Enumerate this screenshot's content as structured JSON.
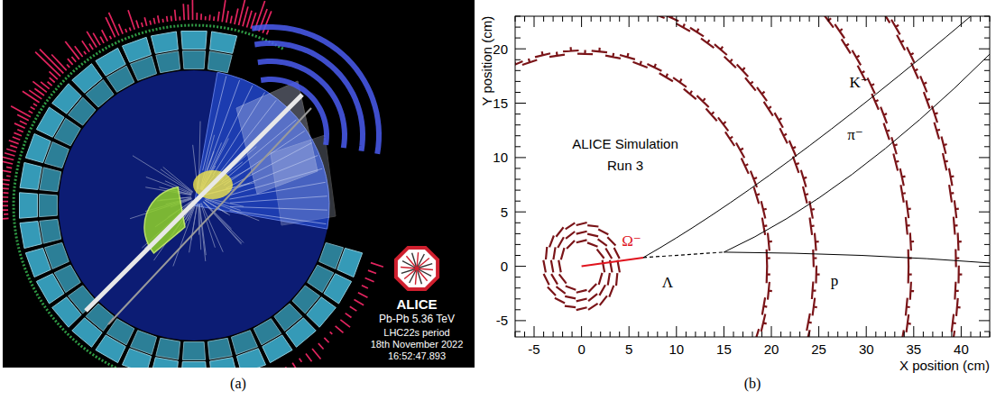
{
  "diagram": {
    "labels": [
      "ALICE",
      "Pb-Pb 5.36 TeV",
      "LHC22s period",
      "18th November 2022",
      "16:52:47.893",
      "(a)",
      "ALICE Simulation",
      "Run 3",
      "Ω⁻",
      "Λ",
      "K⁻",
      "π⁻",
      "p",
      "Y position (cm)",
      "X position (cm)",
      "-5",
      "0",
      "5",
      "10",
      "15",
      "20",
      "-5",
      "0",
      "5",
      "10",
      "15",
      "20",
      "25",
      "30",
      "35",
      "40",
      "(b)"
    ]
  }
}
